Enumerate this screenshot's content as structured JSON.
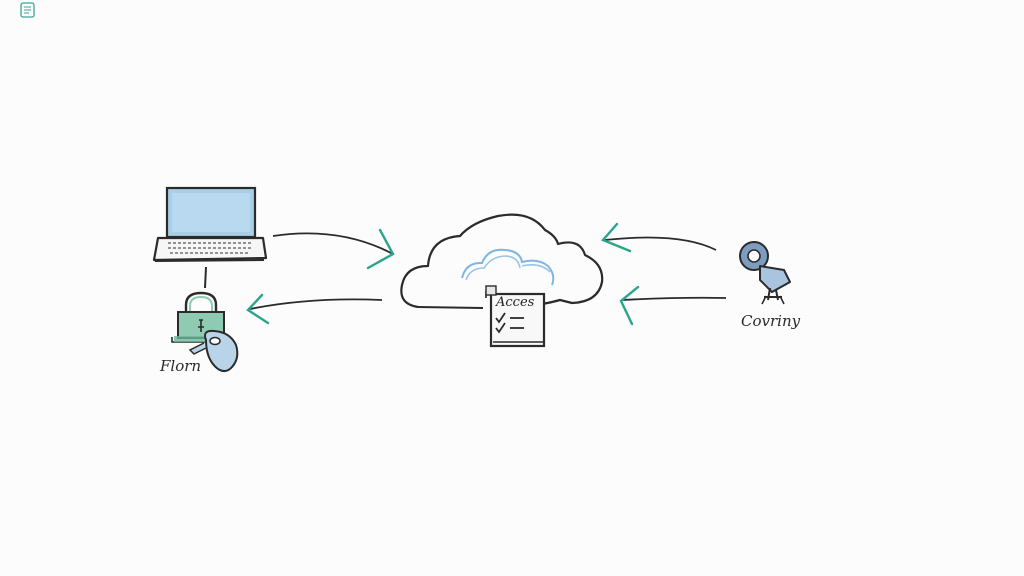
{
  "colors": {
    "ink": "#2b2b2b",
    "screen_blue": "#a9cfe8",
    "cloud_blue": "#7fb6df",
    "arrow_teal": "#2aa58c",
    "lock_green": "#8fcbb3",
    "key_blue": "#7c9dbf"
  },
  "icons": {
    "corner": "corner-mark-icon",
    "laptop": "laptop-icon",
    "lock": "padlock-icon",
    "key": "key-icon",
    "cloud": "cloud-icon",
    "document": "access-document-icon",
    "keyfob": "key-ring-icon"
  },
  "nodes": {
    "left_label": "Florn",
    "right_label": "Covriny",
    "document_title": "Acces"
  }
}
